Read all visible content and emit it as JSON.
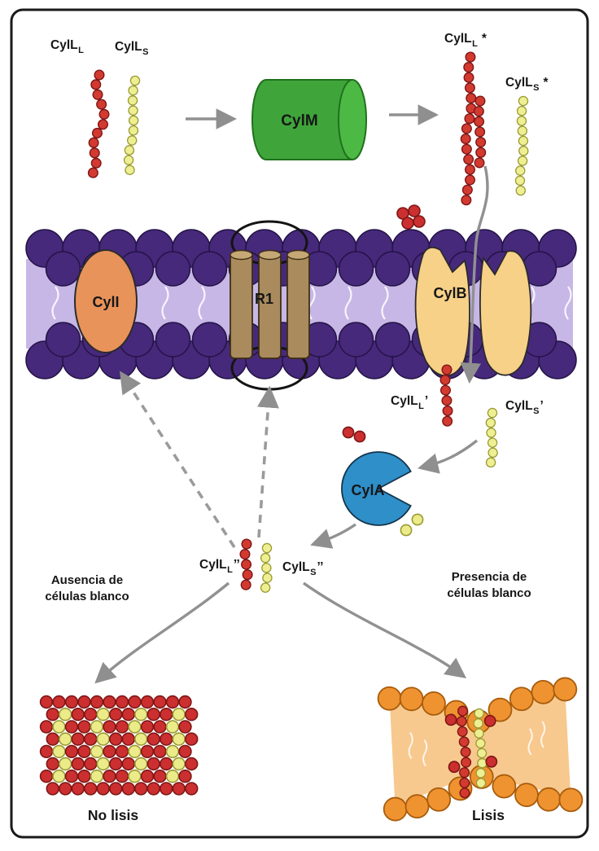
{
  "diagram": {
    "description": "Cytolysin biosynthesis, transport and lysis pathway diagram"
  },
  "labels": {
    "cyl_ll": {
      "main": "CylL",
      "sub": "L"
    },
    "cyl_ls": {
      "main": "CylL",
      "sub": "S"
    },
    "cyl_ll_star": {
      "main": "CylL",
      "sub": "L",
      "suffix": "*"
    },
    "cyl_ls_star": {
      "main": "CylL",
      "sub": "S",
      "suffix": "*"
    },
    "cyl_ll_prime": {
      "main": "CylL",
      "sub": "L",
      "suffix": "’"
    },
    "cyl_ls_prime": {
      "main": "CylL",
      "sub": "S",
      "suffix": "’"
    },
    "cyl_ll_dprime": {
      "main": "CylL",
      "sub": "L",
      "suffix": "’’"
    },
    "cyl_ls_dprime": {
      "main": "CylL",
      "sub": "S",
      "suffix": "’’"
    },
    "enzyme_cylm": "CylM",
    "transporter_cylb": "CylB",
    "protease_cyla": "CylA",
    "immunity_cyli": "CylI",
    "receptor_r1": "R1",
    "absence_line1": "Ausencia de",
    "absence_line2": "células blanco",
    "presence_line1": "Presencia de",
    "presence_line2": "células blanco",
    "outcome_no_lysis": "No lisis",
    "outcome_lysis": "Lisis"
  },
  "colors": {
    "red_peptide": "#cc2f2f",
    "yellow_peptide": "#ebeb8a",
    "cylm_green": "#3fa53a",
    "cyli_orange": "#e8935a",
    "r1_tan": "#a98b5e",
    "cylb_yellow": "#f7d187",
    "cyla_blue": "#2e8fc9",
    "membrane_head_purple": "#46297b",
    "membrane_core_lavender": "#c7b7e6",
    "target_membrane_orange": "#ef9330",
    "arrow_gray": "#919191"
  }
}
